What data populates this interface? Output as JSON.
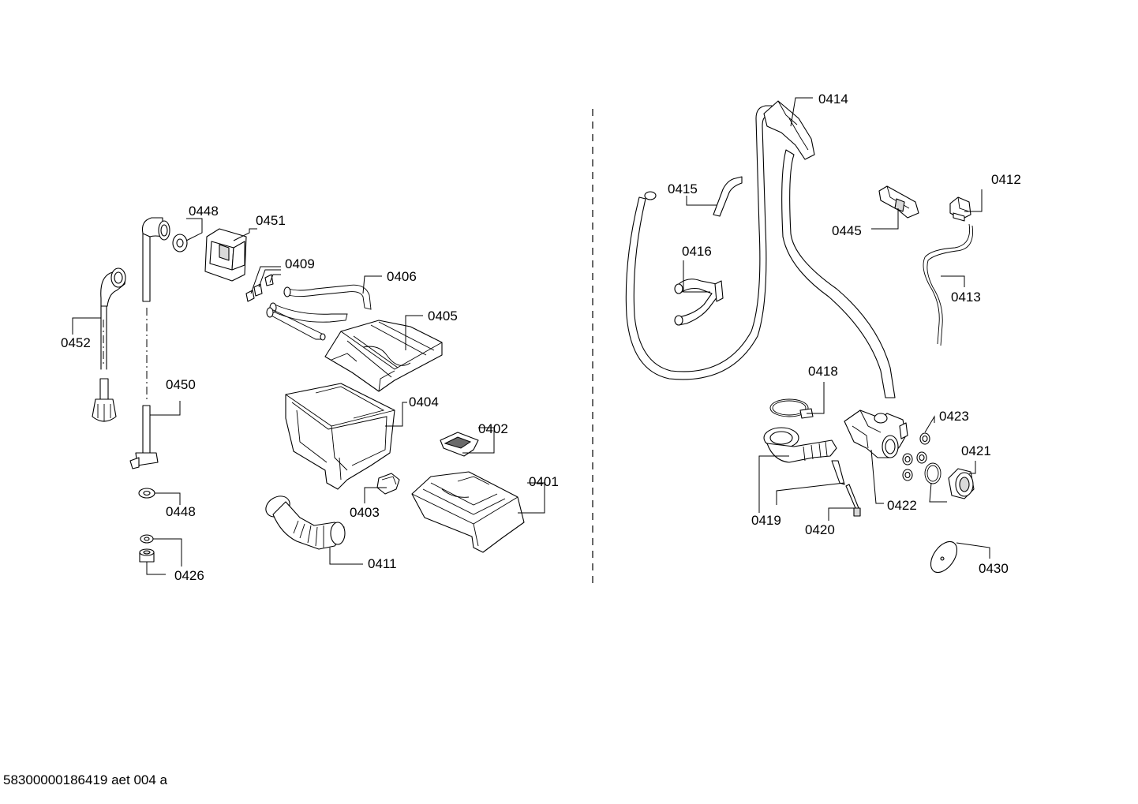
{
  "labels": {
    "p0401": "0401",
    "p0402": "0402",
    "p0403": "0403",
    "p0404": "0404",
    "p0405": "0405",
    "p0406": "0406",
    "p0409": "0409",
    "p0411": "0411",
    "p0412": "0412",
    "p0413": "0413",
    "p0414": "0414",
    "p0415": "0415",
    "p0416": "0416",
    "p0418": "0418",
    "p0419": "0419",
    "p0420": "0420",
    "p0421": "0421",
    "p0422": "0422",
    "p0423": "0423",
    "p0426": "0426",
    "p0430": "0430",
    "p0445": "0445",
    "p0448a": "0448",
    "p0448b": "0448",
    "p0450": "0450",
    "p0451": "0451",
    "p0452": "0452"
  },
  "footer": {
    "doc_id": "58300000186419 aet 004 a"
  }
}
